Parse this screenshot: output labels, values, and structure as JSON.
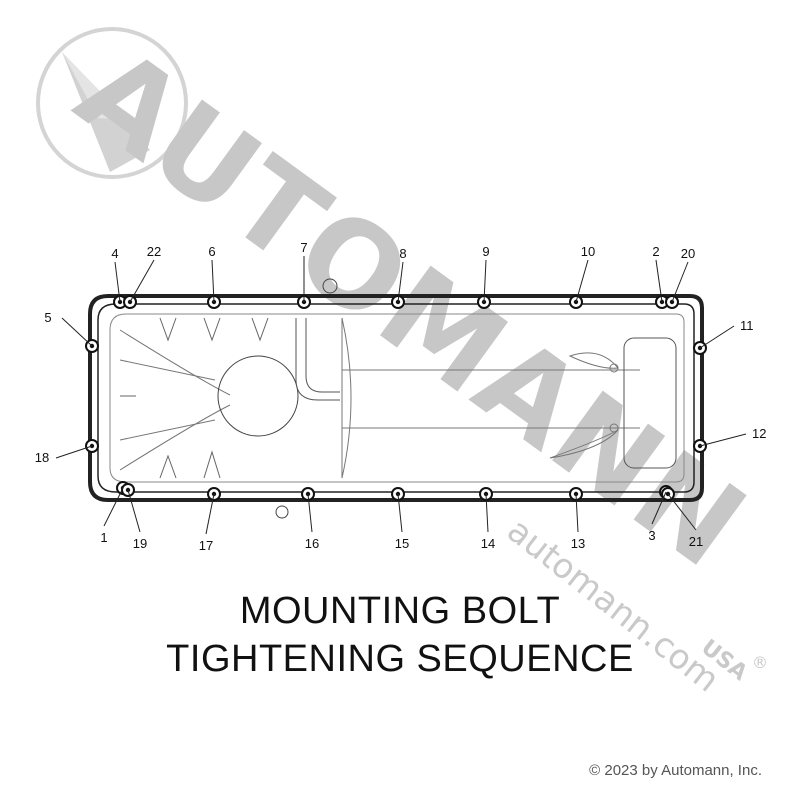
{
  "watermark": {
    "brand": "AUTOMANN",
    "url": "automann.com",
    "suffix": "USA",
    "registered": "®"
  },
  "caption": {
    "line1": "MOUNTING BOLT",
    "line2": "TIGHTENING SEQUENCE"
  },
  "copyright": "© 2023 by Automann, Inc.",
  "callouts": [
    {
      "label": "1"
    },
    {
      "label": "2"
    },
    {
      "label": "3"
    },
    {
      "label": "4"
    },
    {
      "label": "5"
    },
    {
      "label": "6"
    },
    {
      "label": "7"
    },
    {
      "label": "8"
    },
    {
      "label": "9"
    },
    {
      "label": "10"
    },
    {
      "label": "11"
    },
    {
      "label": "12"
    },
    {
      "label": "13"
    },
    {
      "label": "14"
    },
    {
      "label": "15"
    },
    {
      "label": "16"
    },
    {
      "label": "17"
    },
    {
      "label": "18"
    },
    {
      "label": "19"
    },
    {
      "label": "20"
    },
    {
      "label": "21"
    },
    {
      "label": "22"
    }
  ]
}
